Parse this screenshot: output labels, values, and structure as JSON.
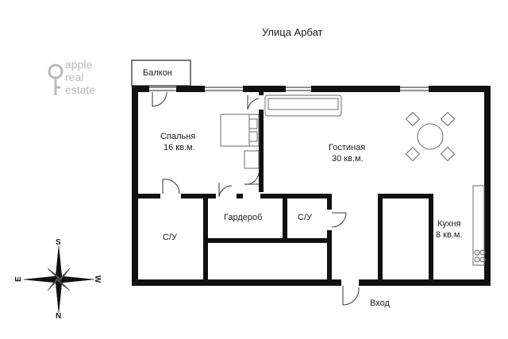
{
  "street_label": "Улица Арбат",
  "logo": {
    "line1": "apple",
    "line2": "real",
    "line3": "estate"
  },
  "rooms": {
    "balcony": "Балкон",
    "bedroom": {
      "name": "Спальня",
      "area": "16 кв.м."
    },
    "living": {
      "name": "Гостиная",
      "area": "30 кв.м."
    },
    "kitchen": {
      "name": "Кухня",
      "area": "8 кв.м."
    },
    "wardrobe": "Гардероб",
    "bathroom_left": "С/У",
    "bathroom_right": "С/У",
    "entrance": "Вход"
  },
  "compass": {
    "n": "N",
    "s": "S",
    "e": "E",
    "w": "W"
  },
  "colors": {
    "wall": "#111111",
    "furniture": "#6a6a6a",
    "logo": "#b9b9b9"
  }
}
